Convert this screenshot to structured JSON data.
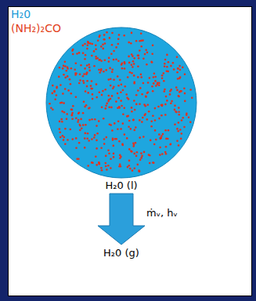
{
  "diagram": {
    "nodes": [
      {
        "text": [
          "H₂0 (l)"
        ]
      },
      {
        "text": [
          "H₂0 (g)"
        ]
      }
    ],
    "edges": [
      {
        "from": 0,
        "to": 1,
        "arrow": "to",
        "label": "ṁᵥ, hᵥ"
      }
    ],
    "labels": [
      "H₂0",
      "(NH₂)₂CO"
    ]
  }
}
